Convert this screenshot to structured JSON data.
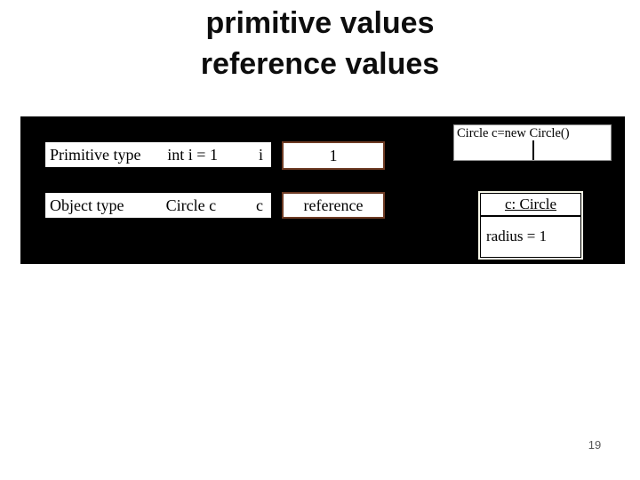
{
  "title": {
    "line1": "primitive values",
    "line2": "reference values"
  },
  "diagram": {
    "background_color": "#000000",
    "value_box_border_color": "#6e3b24",
    "row1": {
      "label": "Primitive type",
      "declaration": "int i = 1",
      "variable": "i",
      "value": "1"
    },
    "row2": {
      "label": "Object type",
      "declaration": "Circle c",
      "variable": "c",
      "value": "reference"
    },
    "statement": "Circle c=new Circle()",
    "object_box": {
      "header": "c: Circle",
      "attribute": "radius = 1"
    }
  },
  "page_number": "19"
}
